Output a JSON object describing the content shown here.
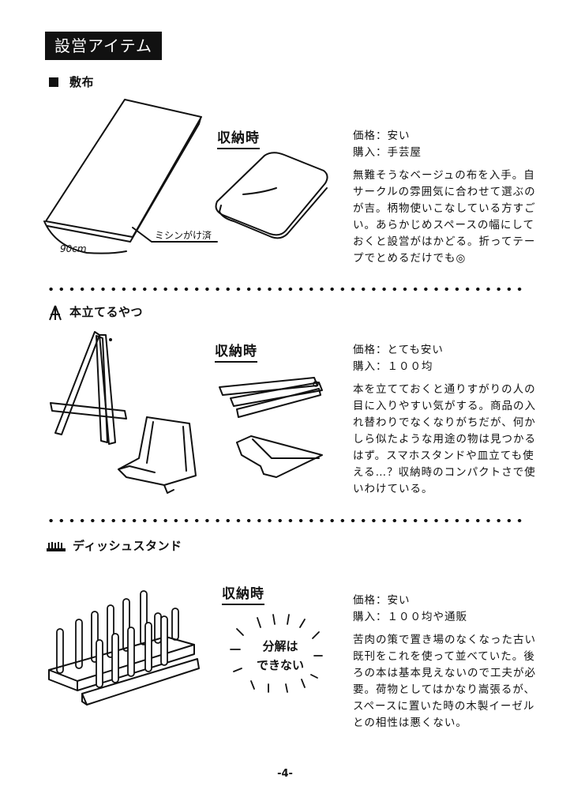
{
  "page_title": "設営アイテム",
  "page_number": "-4-",
  "sections": [
    {
      "title": "敷布",
      "storage_label": "収納時",
      "price": "価格：安い",
      "purchase": "購入：手芸屋",
      "description": "無難そうなベージュの布を入手。自サークルの雰囲気に合わせて選ぶのが吉。柄物使いこなしている方すごい。あらかじめスペースの幅にしておくと設営がはかどる。折ってテープでとめるだけでも◎",
      "annotations": {
        "width": "90cm",
        "hem": "ミシンがけ済"
      }
    },
    {
      "title": "本立てるやつ",
      "storage_label": "収納時",
      "price": "価格：とても安い",
      "purchase": "購入：１００均",
      "description": "本を立てておくと通りすがりの人の目に入りやすい気がする。商品の入れ替わりでなくなりがちだが、何かしら似たような用途の物は見つかるはず。スマホスタンドや皿立ても使える…？収納時のコンパクトさで使いわけている。"
    },
    {
      "title": "ディッシュスタンド",
      "storage_label": "収納時",
      "price": "価格：安い",
      "purchase": "購入：１００均や通販",
      "description": "苦肉の策で置き場のなくなった古い既刊をこれを使って並べていた。後ろの本は基本見えないので工夫が必要。荷物としてはかなり嵩張るが、スペースに置いた時の木製イーゼルとの相性は悪くない。",
      "annotations": {
        "bubble_line1": "分解は",
        "bubble_line2": "できない"
      }
    }
  ]
}
